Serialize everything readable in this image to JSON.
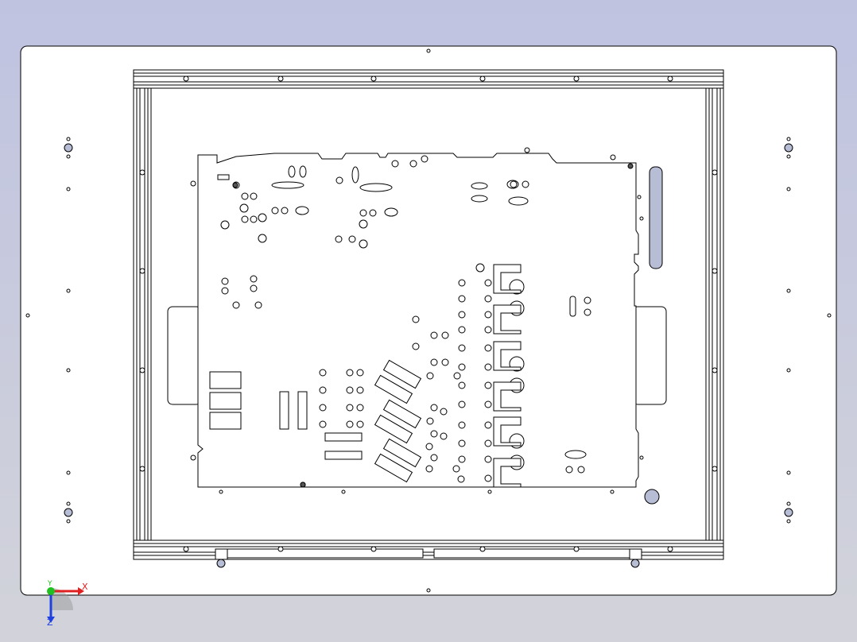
{
  "viewport": {
    "background_top": "#bfc3e0",
    "background_bottom": "#d2d3da",
    "sheet_fill": "#ffffff",
    "line_color": "#000000",
    "hole_fill": "#b8bdd6",
    "slot_fill": "#b8bdd6"
  },
  "triad": {
    "x_label": "X",
    "y_label": "Y",
    "z_label": "Z",
    "x_color": "#e02020",
    "y_color": "#20c020",
    "z_color": "#2040e0",
    "icon": "coordinate-triad-icon"
  }
}
